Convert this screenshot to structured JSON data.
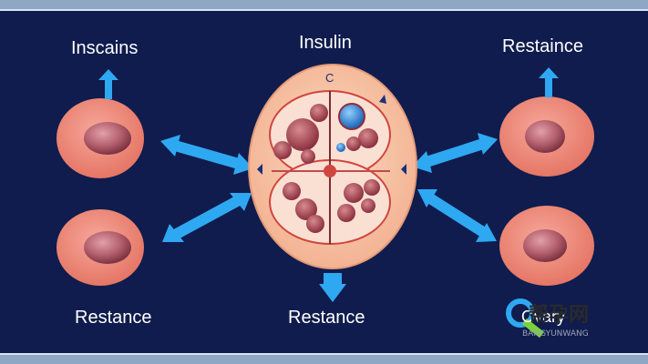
{
  "labels": {
    "top_left": "Inscains",
    "top_center": "Insulin",
    "top_right": "Restaince",
    "bottom_left": "Restance",
    "bottom_center": "Restance",
    "bottom_right": "Ovary"
  },
  "center_small_label": "C",
  "watermark": {
    "chinese": "帮孕网",
    "pinyin": "BANGYUNWANG"
  },
  "colors": {
    "background": "#0f1c4d",
    "arrow": "#2fa8f2",
    "cell_outer": "#f28b7a",
    "cell_nucleus": "#b86470",
    "ovary_outer": "#f8c6a6",
    "ovary_inner": "#d0463f"
  }
}
